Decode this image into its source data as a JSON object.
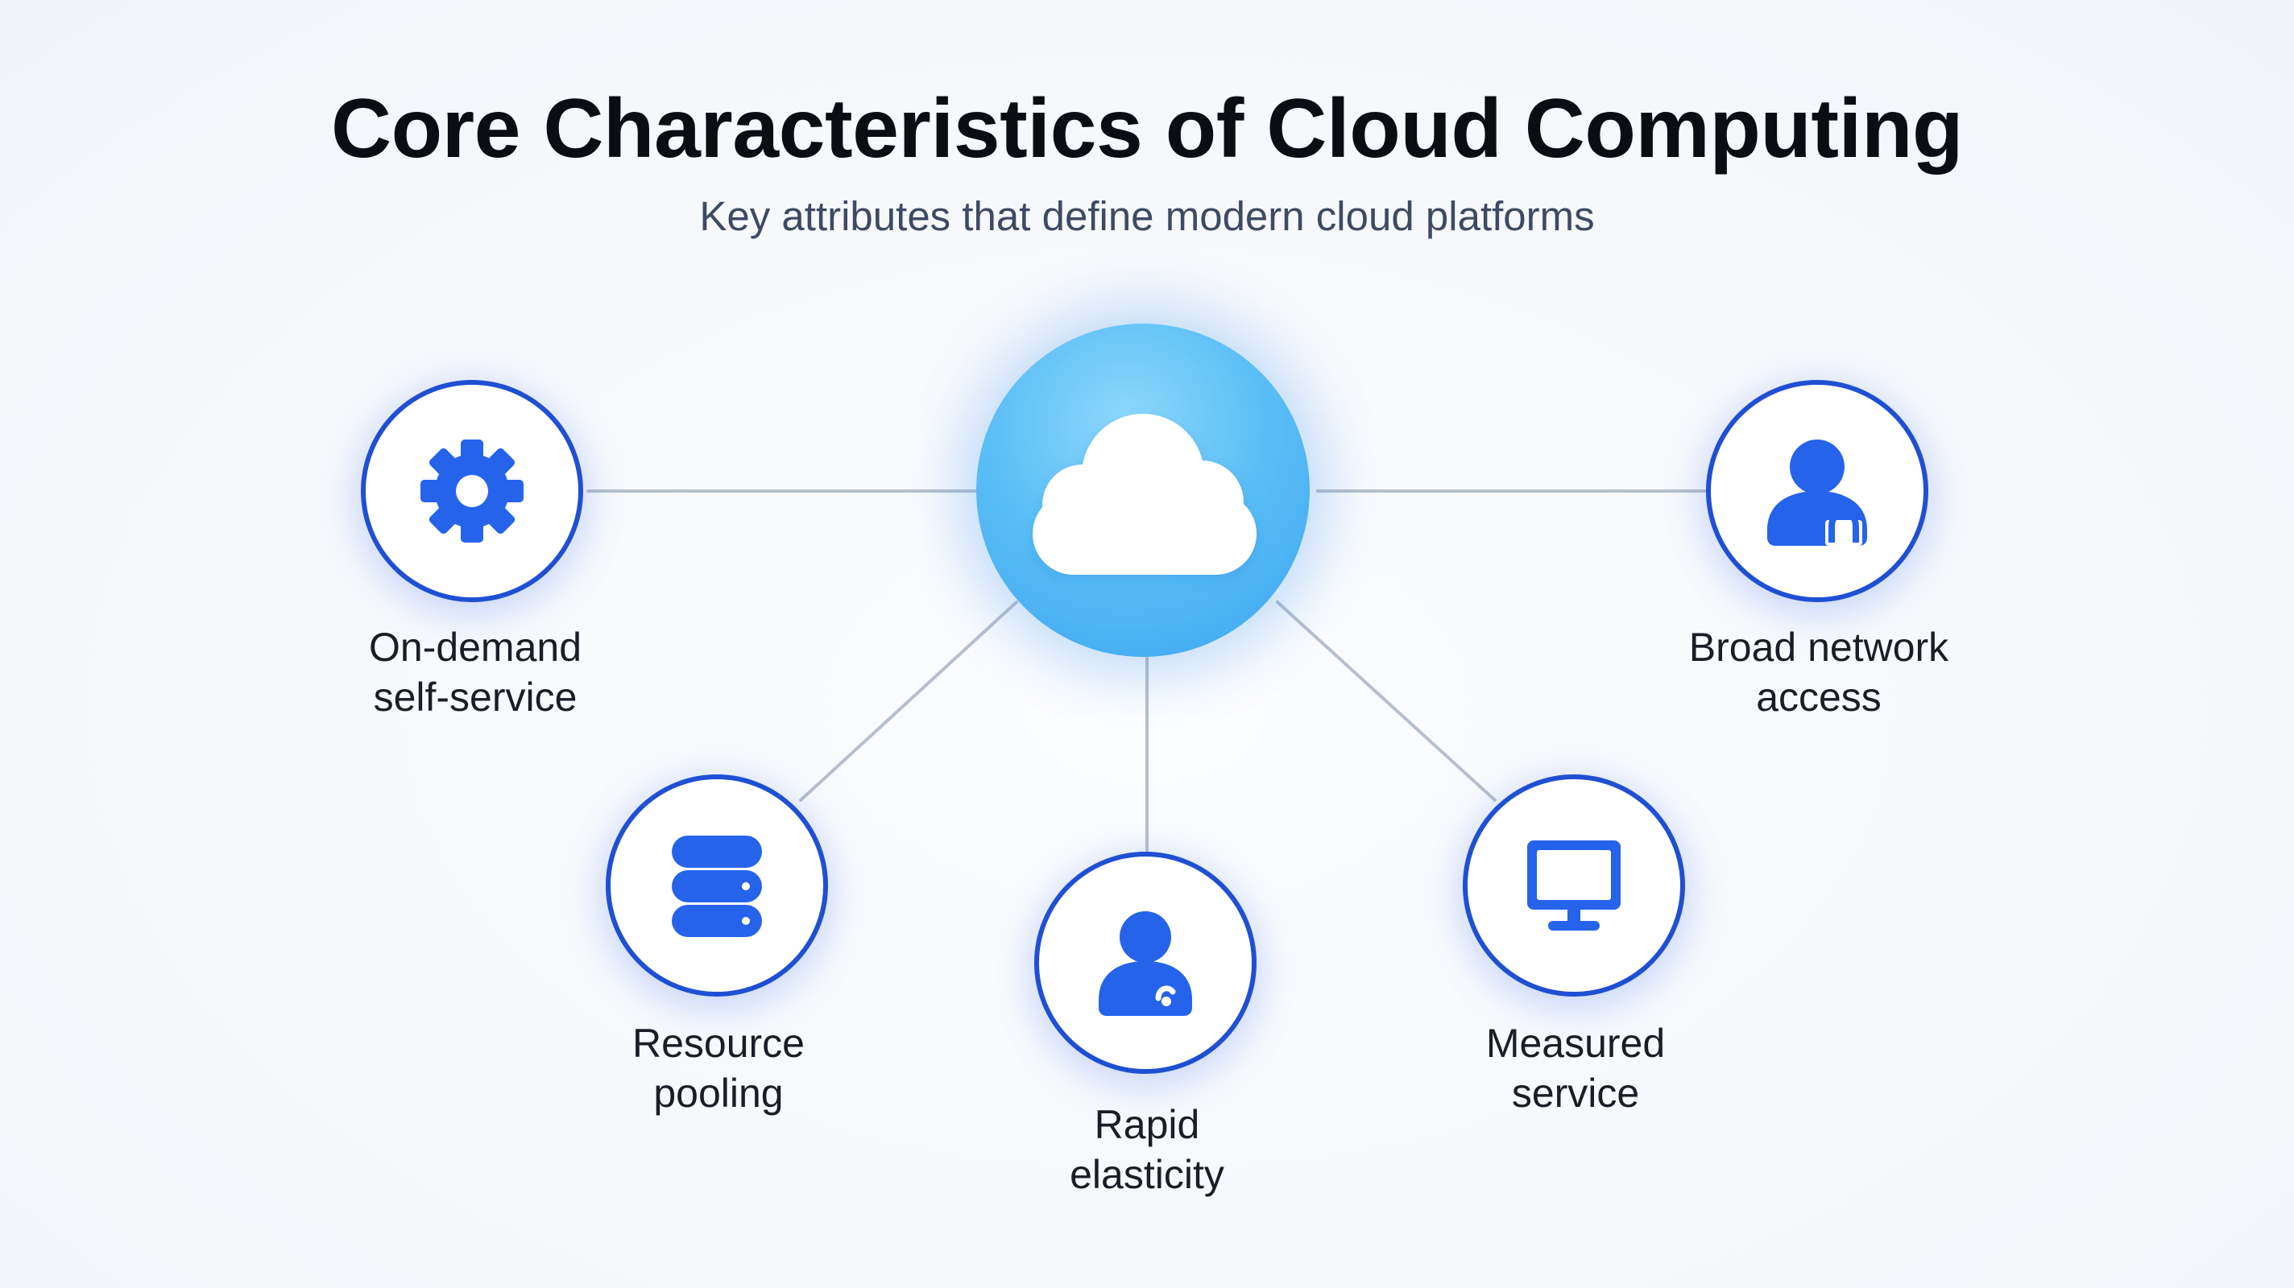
{
  "title": "Core Characteristics of Cloud Computing",
  "subtitle": "Key attributes that define modern cloud platforms",
  "colors": {
    "accent": "#1f4fd3",
    "icon": "#2563eb",
    "hub": "#5cbff6",
    "connector": "#b7bfcd"
  },
  "hub": {
    "icon": "cloud-icon"
  },
  "nodes": [
    {
      "id": "on-demand",
      "icon": "gear-icon",
      "line1": "On-demand",
      "line2": "self-service"
    },
    {
      "id": "resource-pooling",
      "icon": "database-icon",
      "line1": "Resource",
      "line2": "pooling"
    },
    {
      "id": "rapid-elasticity",
      "icon": "user-icon",
      "line1": "Rapid",
      "line2": "elasticity"
    },
    {
      "id": "measured-service",
      "icon": "monitor-icon",
      "line1": "Measured",
      "line2": "service"
    },
    {
      "id": "broad-network",
      "icon": "user-lock-icon",
      "line1": "Broad network",
      "line2": "access"
    }
  ]
}
